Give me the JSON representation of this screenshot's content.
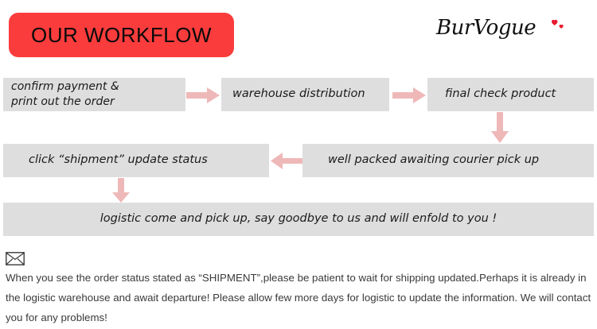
{
  "header": {
    "banner_title": "OUR WORKFLOW",
    "banner_color": "#fa3c3c",
    "logo_text": "BurVogue",
    "logo_heart_color": "#e8192c"
  },
  "flow": {
    "box_color": "#dedede",
    "arrow_color": "#efb8b8",
    "steps": [
      {
        "id": "confirm",
        "label": "confirm payment &\n          print out the order"
      },
      {
        "id": "warehouse",
        "label": "warehouse distribution"
      },
      {
        "id": "final",
        "label": "final check product"
      },
      {
        "id": "packed",
        "label": "well packed awaiting courier pick up"
      },
      {
        "id": "click",
        "label": "click “shipment” update status"
      },
      {
        "id": "logistic",
        "label": "logistic come and pick up,   say goodbye to us and will enfold to you !"
      }
    ],
    "arrows": [
      {
        "id": "confirm-to-warehouse",
        "direction": "right"
      },
      {
        "id": "warehouse-to-final",
        "direction": "right"
      },
      {
        "id": "final-to-packed",
        "direction": "down"
      },
      {
        "id": "packed-to-click",
        "direction": "left"
      },
      {
        "id": "click-to-logistic",
        "direction": "down"
      }
    ]
  },
  "footer": {
    "icon": "envelope-icon",
    "notice": "When you see the order status stated as “SHIPMENT”,please be patient to wait for shipping updated.Perhaps it is already in the logistic warehouse and await departure! Please allow few more days for logistic to update the information. We will contact you for any problems!"
  }
}
